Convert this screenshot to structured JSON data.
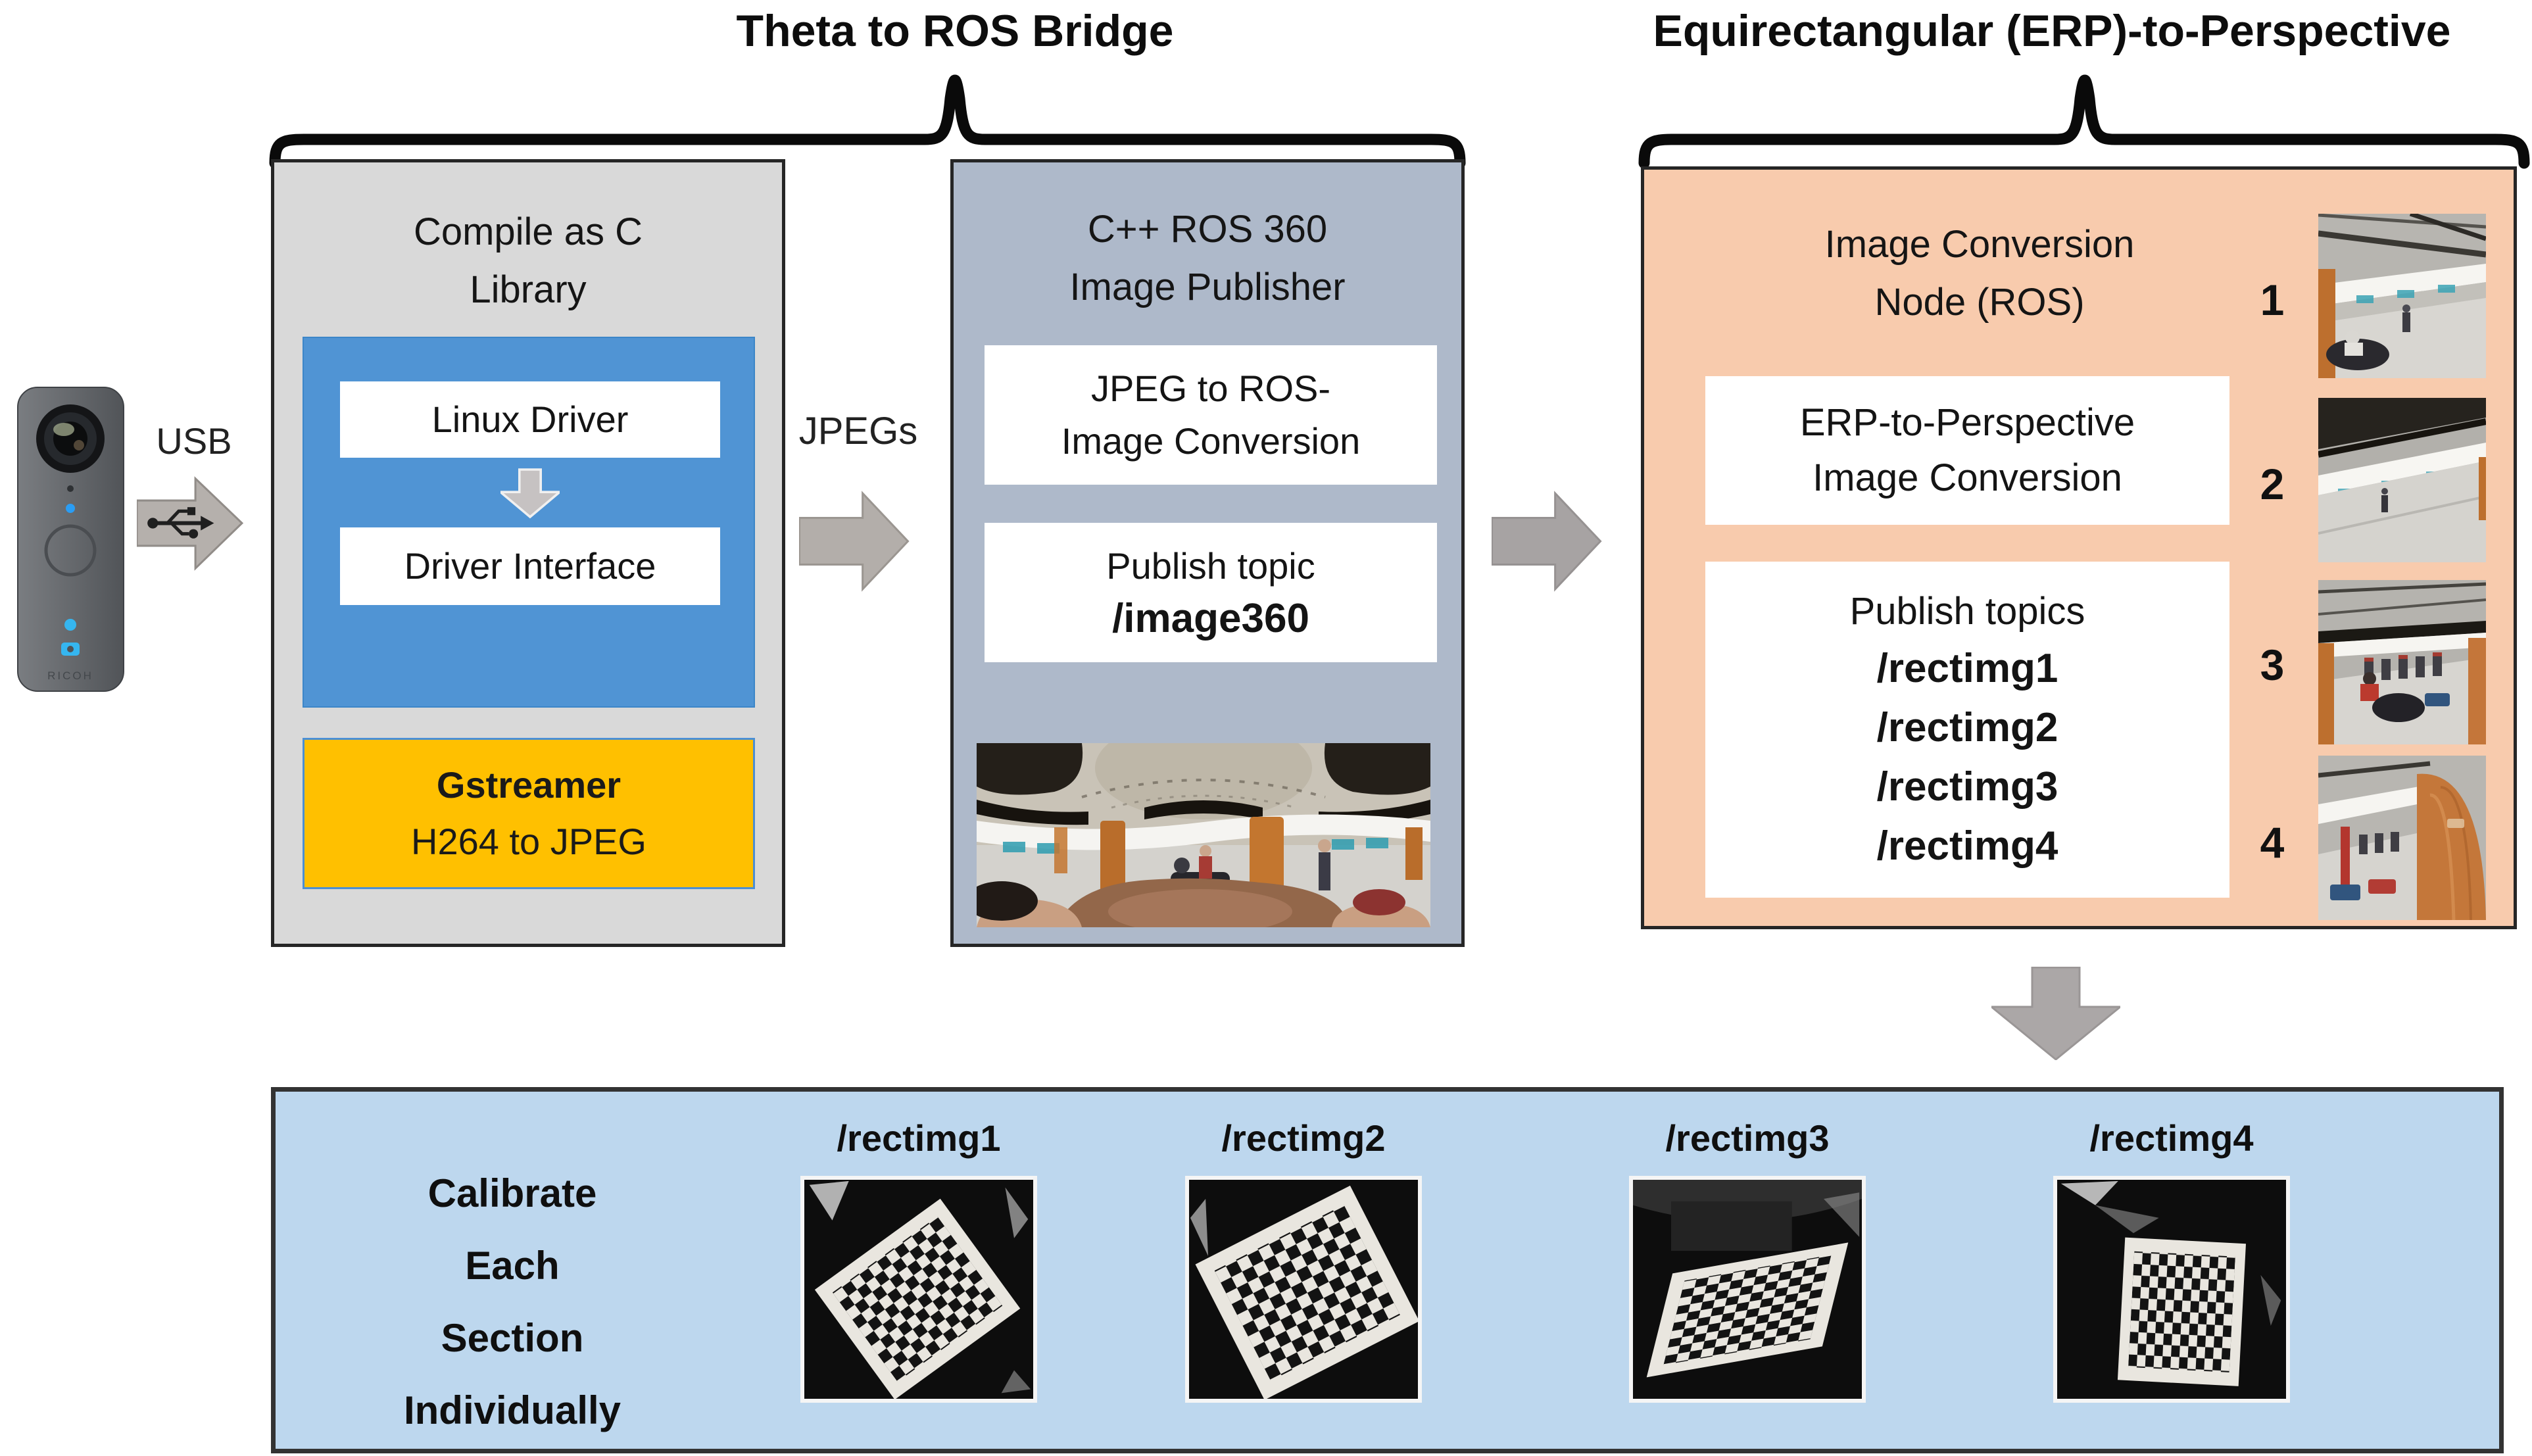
{
  "sections": {
    "left_brace_title": "Theta to ROS Bridge",
    "right_brace_title": "Equirectangular (ERP)-to-Perspective"
  },
  "camera": {
    "brand": "RICOH"
  },
  "flow": {
    "usb_label": "USB",
    "jpegs_label": "JPEGs"
  },
  "compile_box": {
    "title_line1": "Compile as C",
    "title_line2": "Library",
    "linux_driver": "Linux Driver",
    "driver_interface": "Driver Interface",
    "gstreamer_title": "Gstreamer",
    "gstreamer_subtitle": "H264 to JPEG"
  },
  "publisher_box": {
    "title_line1": "C++ ROS 360",
    "title_line2": "Image Publisher",
    "conversion_line1": "JPEG to ROS-",
    "conversion_line2": "Image Conversion",
    "publish_label": "Publish topic",
    "publish_topic": "/image360"
  },
  "conversion_node_box": {
    "title_line1": "Image Conversion",
    "title_line2": "Node (ROS)",
    "erp_line1": "ERP-to-Perspective",
    "erp_line2": "Image Conversion",
    "publish_label": "Publish topics",
    "topics": [
      "/rectimg1",
      "/rectimg2",
      "/rectimg3",
      "/rectimg4"
    ],
    "view_numbers": [
      "1",
      "2",
      "3",
      "4"
    ]
  },
  "calibration_box": {
    "caption_lines": [
      "Calibrate",
      "Each",
      "Section",
      "Individually"
    ],
    "labels": [
      "/rectimg1",
      "/rectimg2",
      "/rectimg3",
      "/rectimg4"
    ]
  },
  "colors": {
    "compile_box_bg": "#d9d9d9",
    "driver_panel_bg": "#5094d4",
    "gstreamer_bg": "#ffc000",
    "publisher_box_bg": "#aeb9ca",
    "conversion_box_bg": "#f8cbad",
    "calibration_box_bg": "#bdd7ee",
    "arrow_gray": "#b0aba7"
  }
}
